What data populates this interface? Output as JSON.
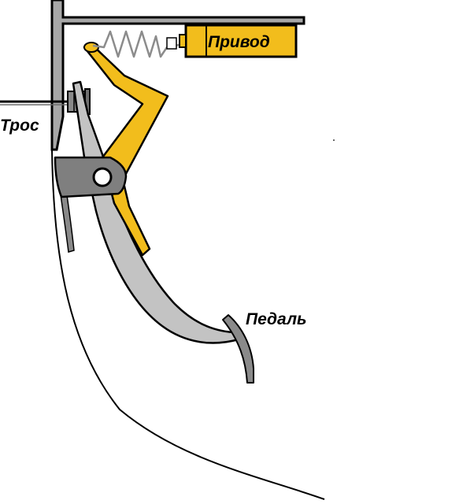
{
  "labels": {
    "actuator": "Привод",
    "cable": "Трос",
    "pedal": "Педаль"
  },
  "colors": {
    "outline": "#000000",
    "frame_fill": "#a7a7a7",
    "pedal_fill": "#c3c3c3",
    "bracket_fill": "#7f7f7f",
    "lever_fill": "#f2bd1c",
    "actuator_fill": "#f2bd1c",
    "spring": "#8c8c8c",
    "background": "#ffffff"
  }
}
